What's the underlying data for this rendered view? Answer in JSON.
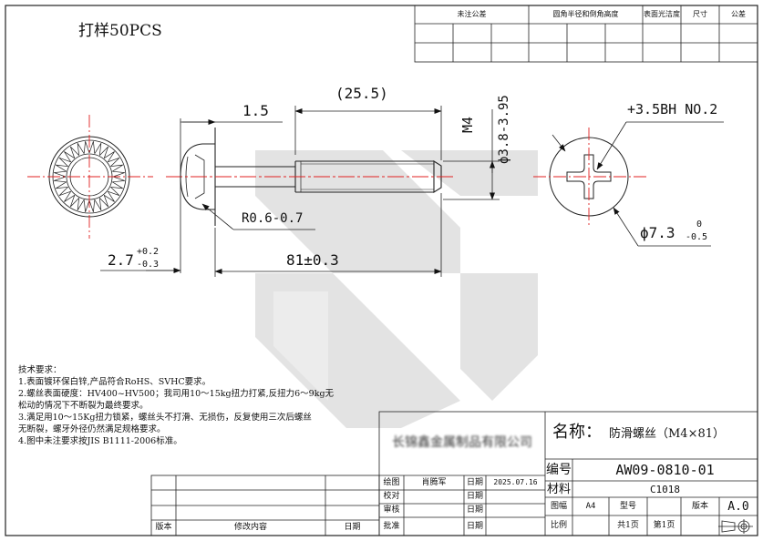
{
  "header_note": "打样50PCS",
  "top_table": {
    "col1": "未注公差",
    "col2": "圆角半径和倒角高度",
    "col3": "表面光洁度",
    "col4": "尺寸",
    "col5": "公差"
  },
  "dimensions": {
    "length_paren": "(25.5)",
    "length_total": "81±0.3",
    "head_gap": "1.5",
    "radius": "R0.6-0.7",
    "head_thk_base": "2.7",
    "head_thk_upper": "+0.2",
    "head_thk_lower": "-0.3",
    "thread": "M4",
    "thread_dia": "ϕ3.8-3.95",
    "recess": "+3.5BH NO.2",
    "head_dia_base": "ϕ7.3",
    "head_dia_upper": "0",
    "head_dia_lower": "-0.5"
  },
  "notes": {
    "title": "技术要求：",
    "lines": [
      "1.表面镀环保白锌,产品符合RoHS、SVHC要求。",
      "2.螺丝表面硬度：HV400~HV500；我司用10～15kg扭力打紧,反扭力6～9kg无",
      "松动的情况下不断裂为最终要求。",
      "3.满足用10～15Kg扭力锁紧，螺丝头不打滑、无损伤，反复使用三次后螺丝",
      "无断裂，螺牙外径仍然满足规格要求。",
      "4.图中未注要求按JIS B1111-2006标准。"
    ]
  },
  "title_block": {
    "company": "长锦鑫金属制品有限公司",
    "name_label": "名称：",
    "name_value": "防滑螺丝（M4×81）",
    "code_label": "编号",
    "code_value": "AW09-0810-01",
    "material_label": "材料",
    "material_value": "C1018",
    "draw_label": "绘图",
    "drawer": "肖腾军",
    "date_label": "日期",
    "draw_date": "2025.07.16",
    "check_label": "校对",
    "review_label": "审核",
    "approve_label": "批准",
    "size_label": "图幅",
    "size_value": "A4",
    "model_label": "型号",
    "version_label": "版本",
    "version_value": "A.0",
    "scale_label": "比例",
    "total_pages": "共1页",
    "page_no": "第1页"
  },
  "revision_table": {
    "col_version": "版本",
    "col_content": "修改内容",
    "col_date": "日期"
  }
}
